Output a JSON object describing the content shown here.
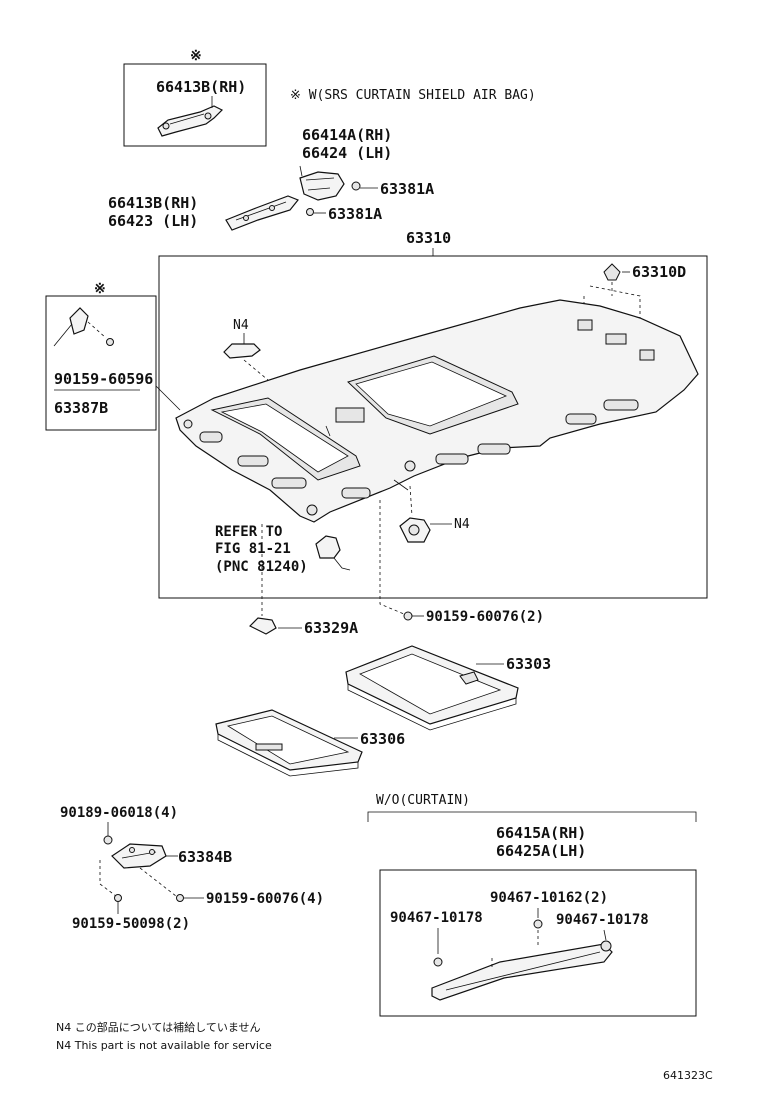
{
  "notes": {
    "star_top": "※",
    "star_left": "※",
    "srs_condition": "※ W(SRS CURTAIN SHIELD AIR BAG)",
    "curtain_condition": "W/O(CURTAIN)",
    "n4_tag_1": "N4",
    "n4_tag_2": "N4",
    "refer_line1": "REFER TO",
    "refer_line2": "FIG 81-21",
    "refer_line3": "(PNC 81240)",
    "footnote_jp": "N4 この部品については補給していません",
    "footnote_en": "N4 This part is not available for service",
    "figure_code": "641323C"
  },
  "parts": {
    "p66413B_box": "66413B(RH)",
    "p66414A": "66414A(RH)",
    "p66424": "66424  (LH)",
    "p66413B": "66413B(RH)",
    "p66423": "66423  (LH)",
    "p63381A_1": "63381A",
    "p63381A_2": "63381A",
    "p63310": "63310",
    "p63310D": "63310D",
    "p90159_60596": "90159-60596",
    "p63387B": "63387B",
    "p90159_60076_2": "90159-60076(2)",
    "p63329A": "63329A",
    "p63303": "63303",
    "p63306": "63306",
    "p90189_06018": "90189-06018(4)",
    "p63384B": "63384B",
    "p90159_60076_4": "90159-60076(4)",
    "p90159_50098": "90159-50098(2)",
    "p66415A": "66415A(RH)",
    "p66425A": "66425A(LH)",
    "p90467_10162": "90467-10162(2)",
    "p90467_10178_l": "90467-10178",
    "p90467_10178_r": "90467-10178"
  }
}
